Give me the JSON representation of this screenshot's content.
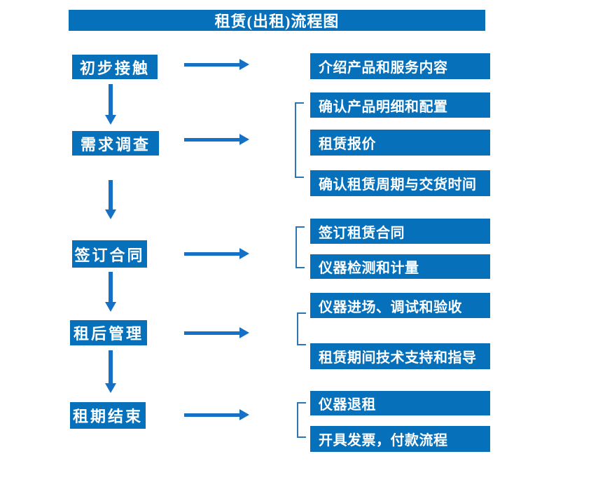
{
  "title": "租赁(出租)流程图",
  "colors": {
    "box_blue": "#0770BA",
    "arrow_blue": "#1471C6",
    "bracket_blue": "#2E75B6",
    "text_white": "#FFFFFF"
  },
  "steps": [
    {
      "label": "初步接触",
      "details": [
        "介绍产品和服务内容"
      ]
    },
    {
      "label": "需求调查",
      "details": [
        "确认产品明细和配置",
        "租赁报价",
        "确认租赁周期与交货时间"
      ]
    },
    {
      "label": "签订合同",
      "details": [
        "签订租赁合同",
        "仪器检测和计量"
      ]
    },
    {
      "label": "租后管理",
      "details": [
        "仪器进场、调试和验收",
        "租赁期间技术支持和指导"
      ]
    },
    {
      "label": "租期结束",
      "details": [
        "仪器退租",
        "开具发票，付款流程"
      ]
    }
  ]
}
